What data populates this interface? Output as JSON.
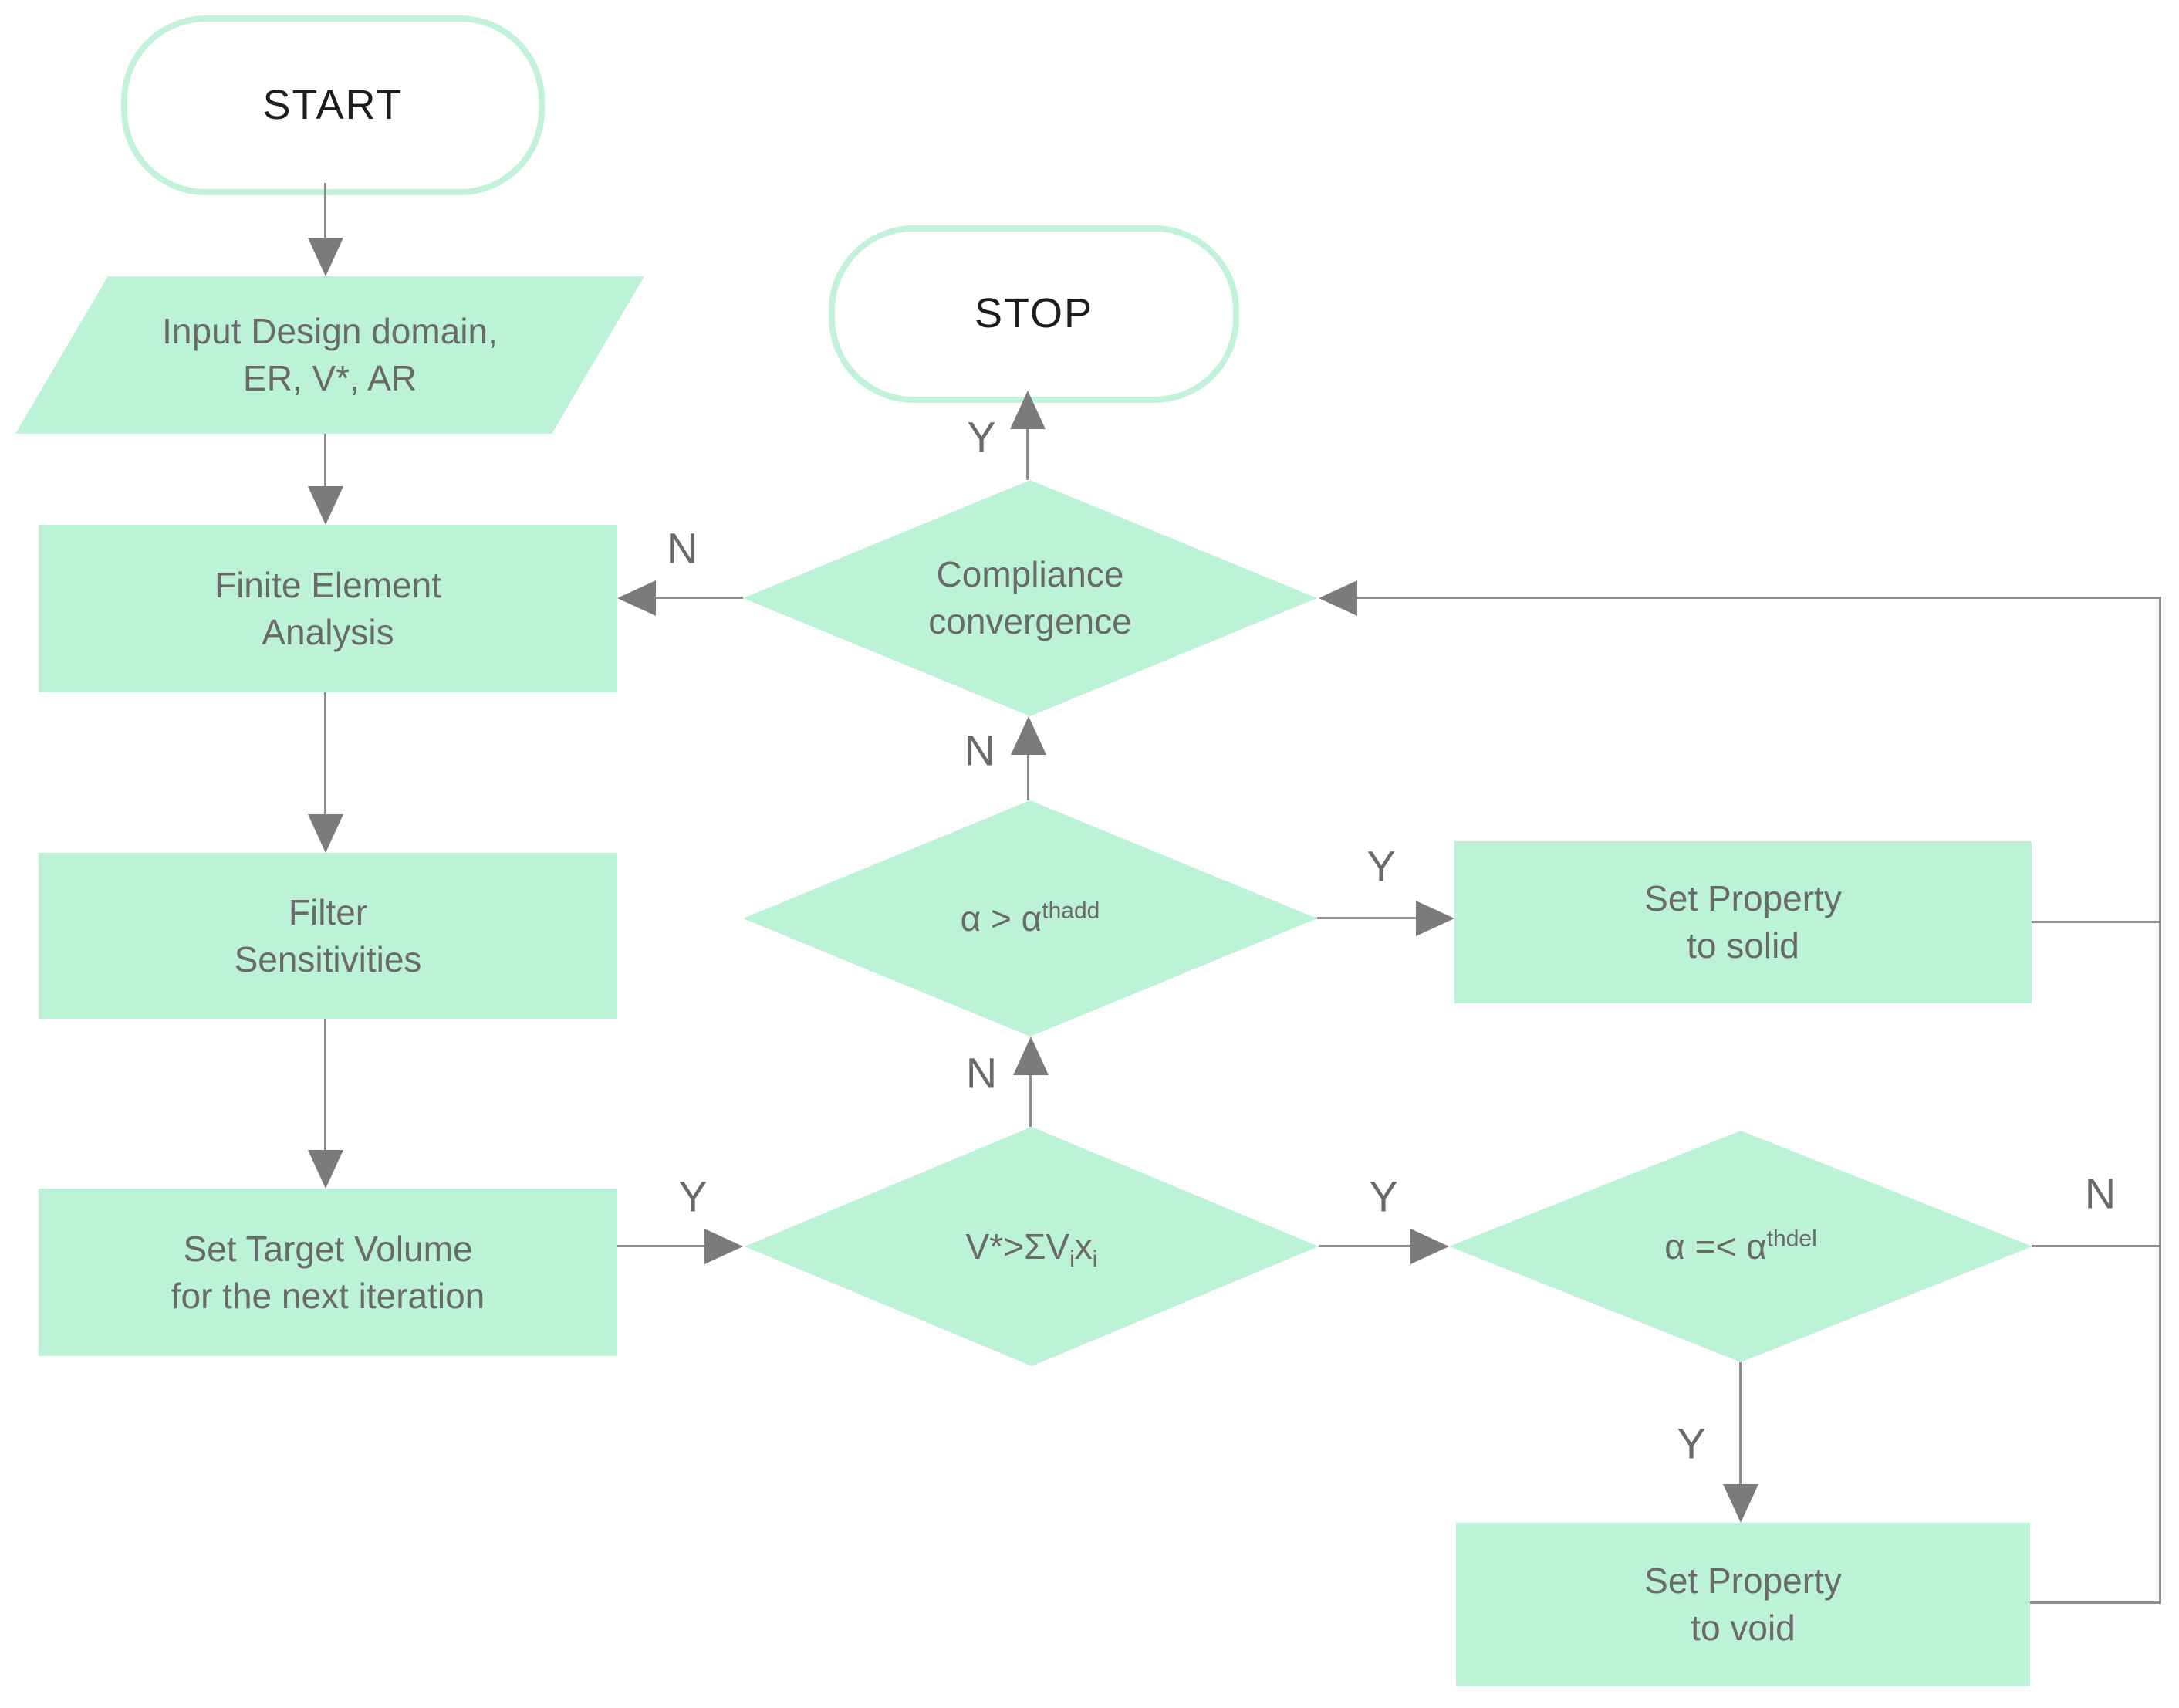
{
  "colors": {
    "mint_fill": "#bcf2d6",
    "stadium_border": "#c2f3da",
    "line": "#8c8c8c",
    "arrow": "#7b7b7b",
    "node_text": "#6a6a6a",
    "terminal_text": "#1d1d1d",
    "background": "#ffffff"
  },
  "nodes": {
    "start": {
      "label": "START"
    },
    "stop": {
      "label": "STOP"
    },
    "input": {
      "line1": "Input Design domain,",
      "line2": "ER, V*, AR"
    },
    "fea": {
      "line1": "Finite Element",
      "line2": "Analysis"
    },
    "filter": {
      "line1": "Filter",
      "line2": "Sensitivities"
    },
    "set_target": {
      "line1": "Set Target Volume",
      "line2": "for the next iteration"
    },
    "compliance": {
      "line1": "Compliance",
      "line2": "convergence"
    },
    "alpha_add": {
      "base": "α > α",
      "sup": "thadd"
    },
    "volume_check": {
      "part1": "V*>ΣV",
      "sub1": "i",
      "part2": "x",
      "sub2": "i"
    },
    "alpha_del": {
      "base": "α =< α",
      "sup": "thdel"
    },
    "set_solid": {
      "line1": "Set Property",
      "line2": "to solid"
    },
    "set_void": {
      "line1": "Set Property",
      "line2": "to void"
    }
  },
  "edge_labels": {
    "compliance_yes": "Y",
    "compliance_no": "N",
    "alpha_add_no": "N",
    "alpha_add_yes": "Y",
    "volume_no": "N",
    "volume_yes": "Y",
    "set_target_out": "Y",
    "alpha_del_no": "N",
    "alpha_del_yes": "Y"
  }
}
